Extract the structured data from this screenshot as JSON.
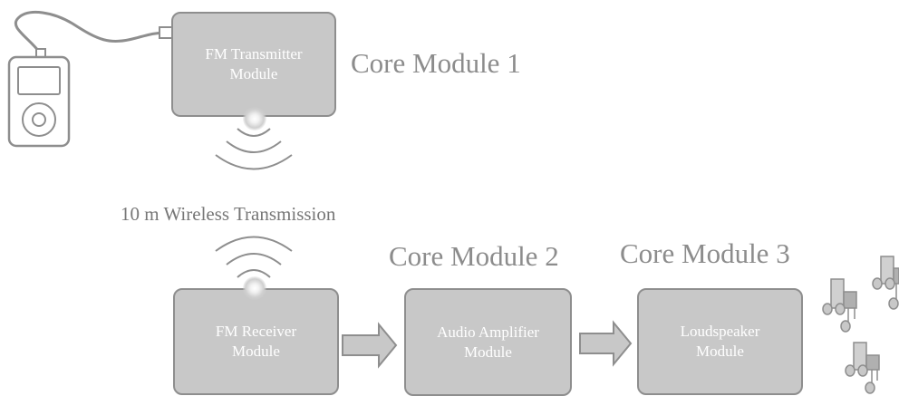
{
  "colors": {
    "module_fill": "#c8c8c8",
    "module_border": "#8e8e8e",
    "module_text": "#ffffff",
    "core_label_text": "#8c8c8c",
    "wireless_text": "#777777",
    "line": "#8e8e8e"
  },
  "core_labels": {
    "core1": "Core Module 1",
    "core2": "Core Module 2",
    "core3": "Core Module 3"
  },
  "modules": {
    "transmitter": {
      "line1": "FM Transmitter",
      "line2": "Module"
    },
    "receiver": {
      "line1": "FM Receiver",
      "line2": "Module"
    },
    "amplifier": {
      "line1": "Audio Amplifier",
      "line2": "Module"
    },
    "loudspeaker": {
      "line1": "Loudspeaker",
      "line2": "Module"
    }
  },
  "wireless": {
    "label": "10 m Wireless Transmission"
  },
  "icons": {
    "source_device": "music-player-icon",
    "signal_out": "signal-waves-down-icon",
    "signal_in": "signal-waves-up-icon",
    "flow": "right-arrow-icon",
    "music": "music-notes-icon"
  }
}
